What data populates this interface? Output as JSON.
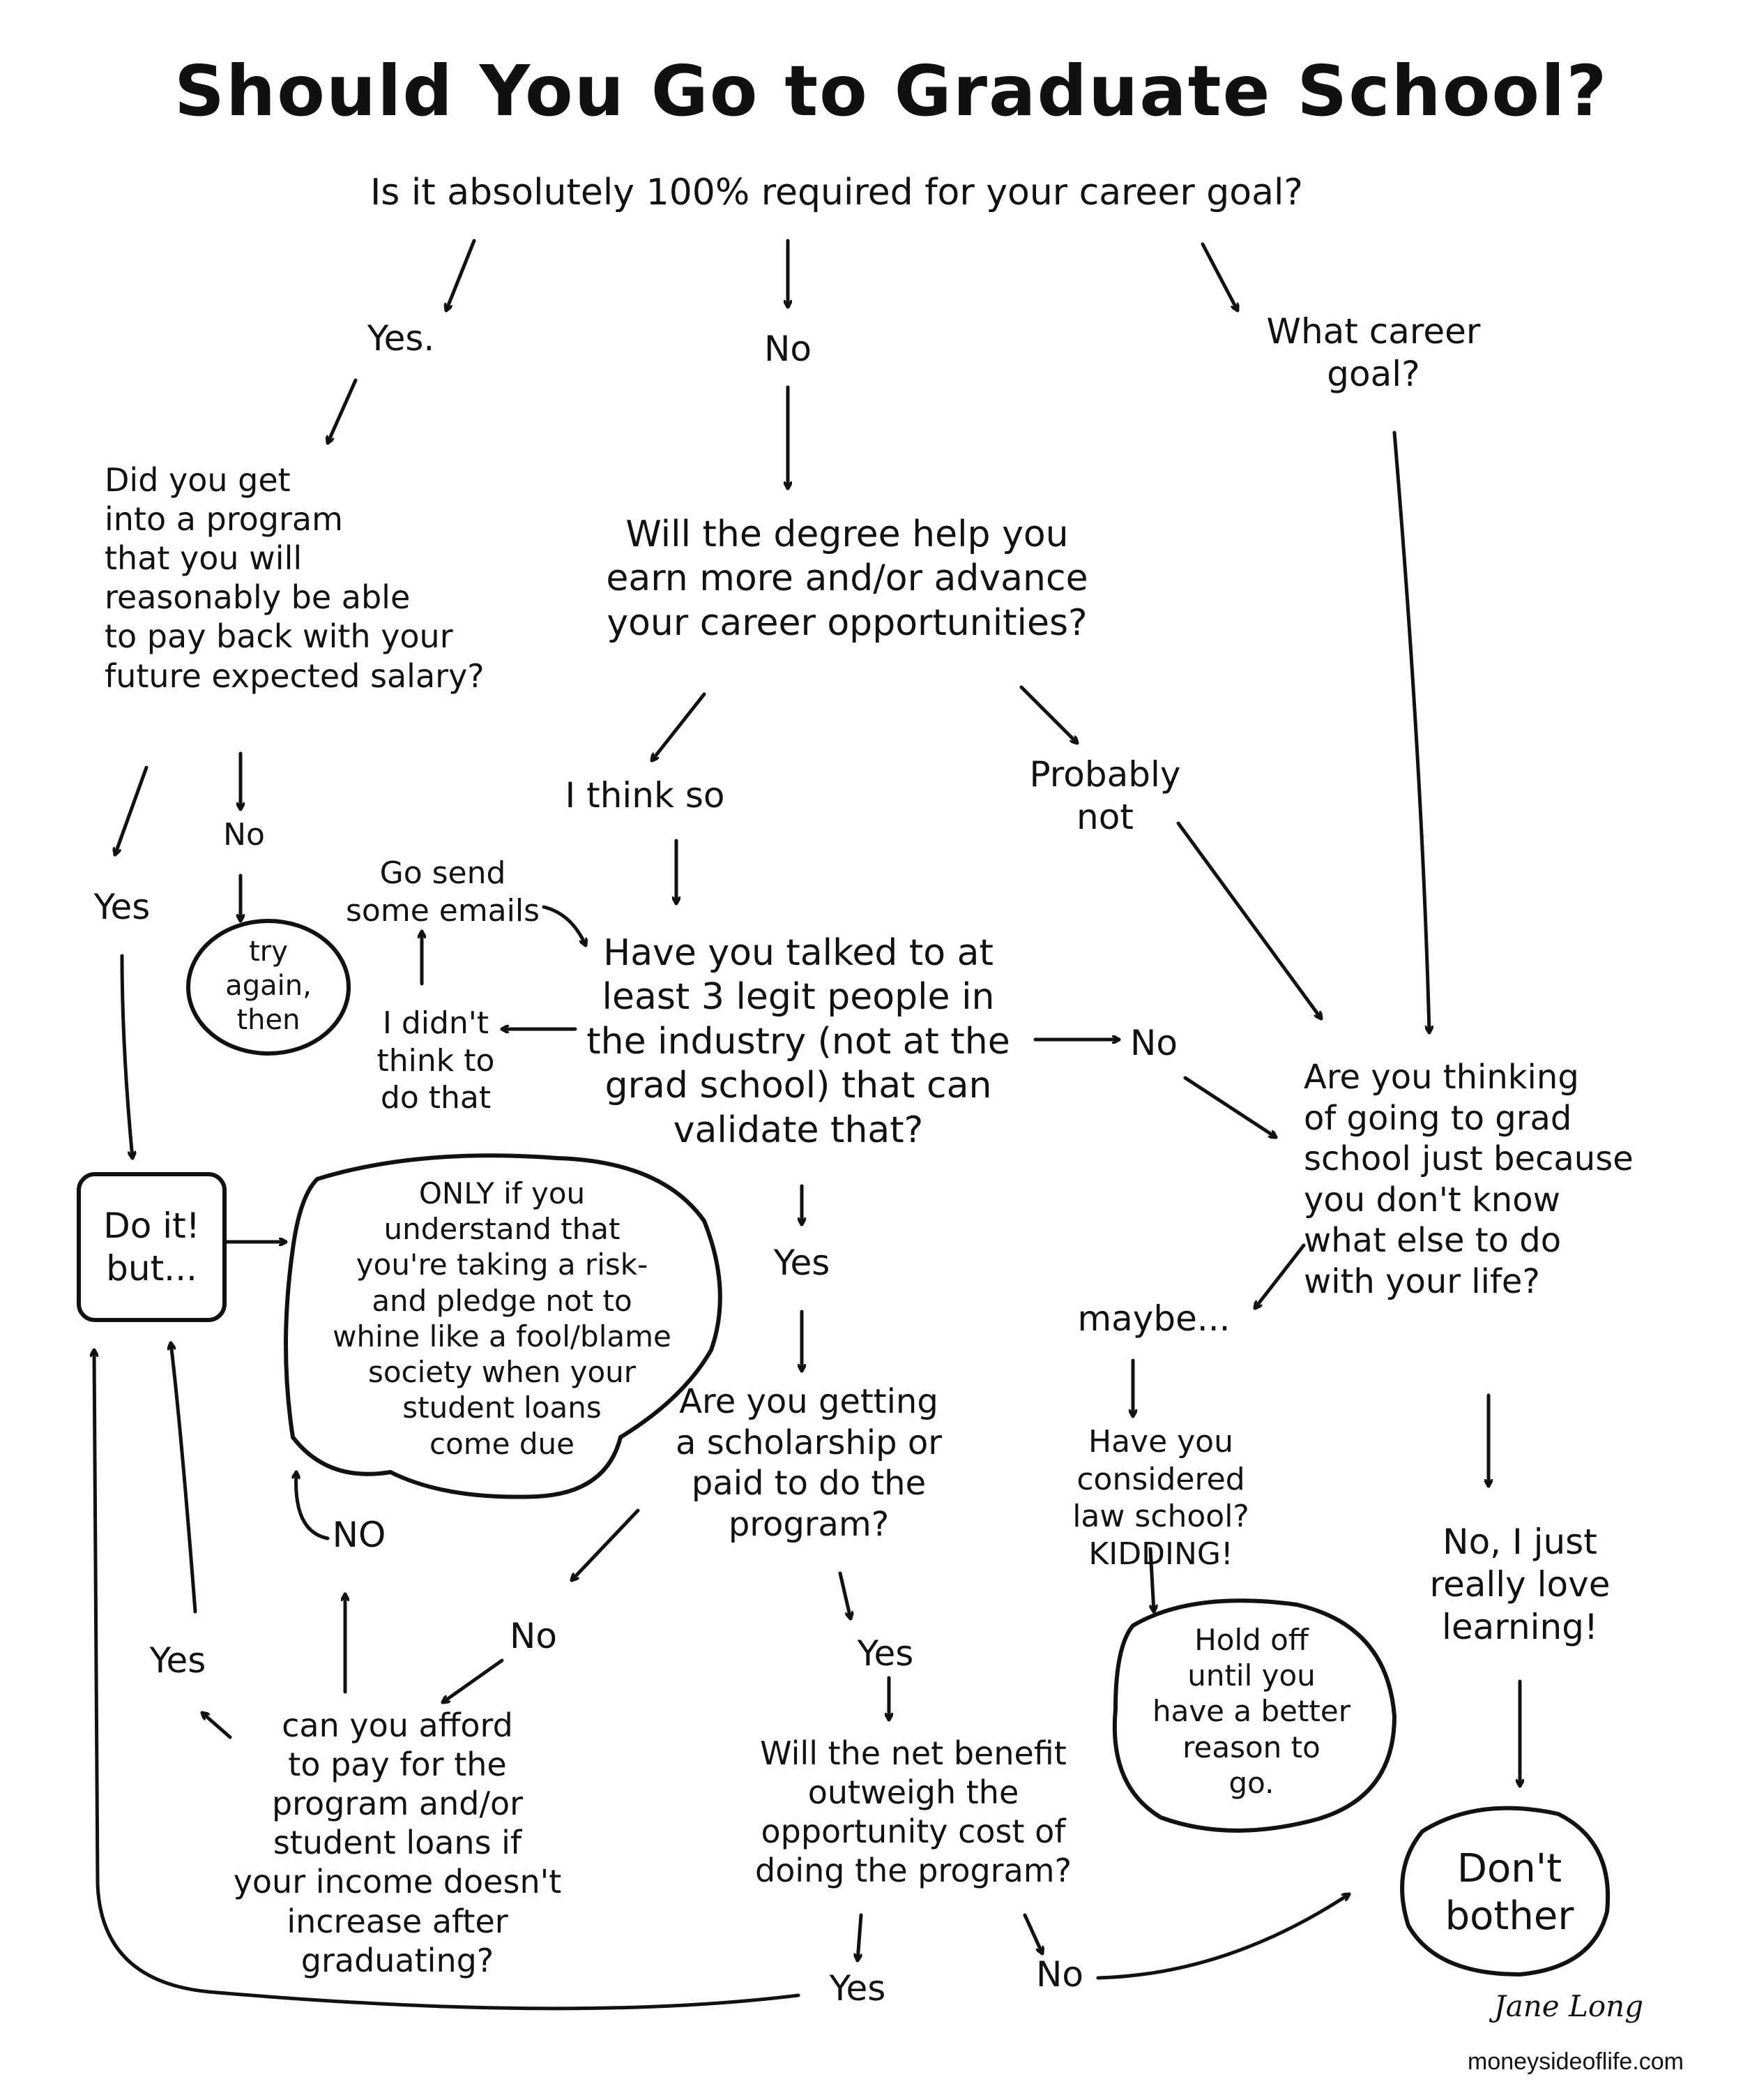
{
  "title": "Should You Go to Graduate School?",
  "nodes": {
    "q_required": "Is it absolutely 100% required for your career goal?",
    "yes1": "Yes.",
    "no1": "No",
    "what_career_goal": "What career\ngoal?",
    "q_program": "Did you get\ninto a program\nthat you will\nreasonably be able\nto pay back with your\nfuture expected salary?",
    "q_degree": "Will the degree help you\nearn more and/or advance\nyour career opportunities?",
    "yes_left": "Yes",
    "no_left": "No",
    "try_again": "try\nagain,\nthen",
    "i_think_so": "I think so",
    "probably_not": "Probably\nnot",
    "go_send": "Go send\nsome emails",
    "q_talked": "Have you talked to at\nleast 3 legit people in\nthe industry (not at the\ngrad school) that can\nvalidate that?",
    "didnt_think": "I didn't\nthink to\ndo that",
    "no_talked": "No",
    "q_thinking": "Are you thinking\nof going to grad\nschool just because\nyou don't know\nwhat else to do\nwith your life?",
    "do_it": "Do it!\nbut...",
    "only_if": "ONLY if you\nunderstand that\nyou're taking a risk-\nand pledge not to\nwhine like a fool/blame\nsociety when your\nstudent loans\ncome due",
    "yes_talked": "Yes",
    "q_scholarship": "Are you getting\na scholarship or\npaid to do the\nprogram?",
    "maybe": "maybe...",
    "law_school": "Have you\nconsidered\nlaw school?\nKIDDING!",
    "love_learning": "No, I just\nreally love\nlearning!",
    "no_afford_loop": "NO",
    "no_scholarship": "No",
    "yes_scholarship": "Yes",
    "yes_afford": "Yes",
    "q_afford": "can you afford\nto pay for the\nprogram and/or\nstudent loans if\nyour income doesn't\nincrease after\ngraduating?",
    "q_net_benefit": "Will the net benefit\noutweigh the\nopportunity cost of\ndoing the program?",
    "hold_off": "Hold off\nuntil you\nhave a better\nreason to\ngo.",
    "dont_bother": "Don't\nbother",
    "yes_net": "Yes",
    "no_net": "No"
  },
  "signature": "Jane Long",
  "url": "moneysideoflife.com"
}
